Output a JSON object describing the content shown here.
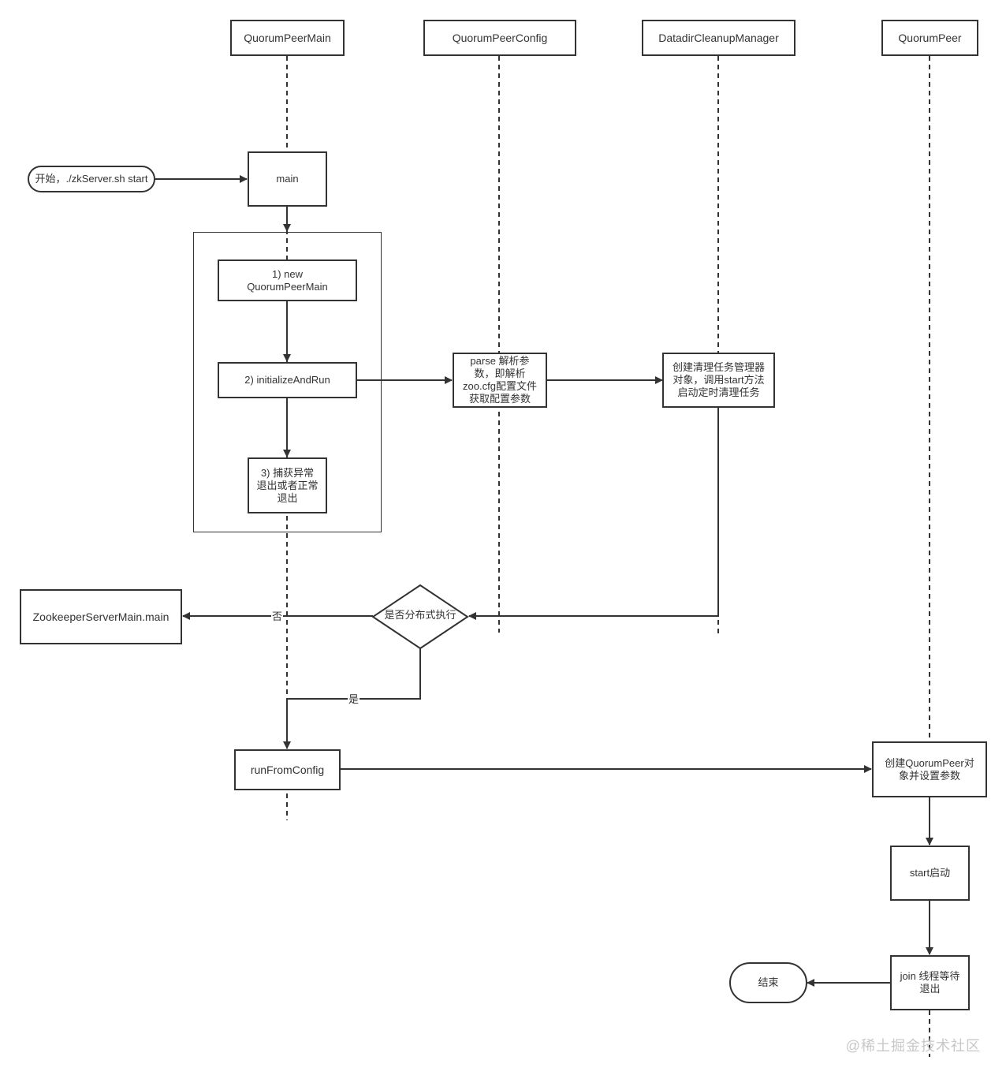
{
  "lanes": {
    "main": "QuorumPeerMain",
    "config": "QuorumPeerConfig",
    "cleanup": "DatadirCleanupManager",
    "peer": "QuorumPeer"
  },
  "nodes": {
    "start": "开始，./zkServer.sh start",
    "main": "main",
    "step1": "1) new\nQuorumPeerMain",
    "step2": "2) initializeAndRun",
    "step3": "3) 捕获异常\n退出或者正常\n退出",
    "parse": "parse 解析参\n数，即解析\nzoo.cfg配置文件\n获取配置参数",
    "cleanup": "创建清理任务管理器\n对象，调用start方法\n启动定时清理任务",
    "decision": "是否分布式执行",
    "zk_server_main": "ZookeeperServerMain.main",
    "run_from_config": "runFromConfig",
    "create_peer": "创建QuorumPeer对\n象并设置参数",
    "start_peer": "start启动",
    "join": "join 线程等待\n退出",
    "end": "结束"
  },
  "edge_labels": {
    "no": "否",
    "yes": "是"
  },
  "watermark": "@稀土掘金技术社区"
}
